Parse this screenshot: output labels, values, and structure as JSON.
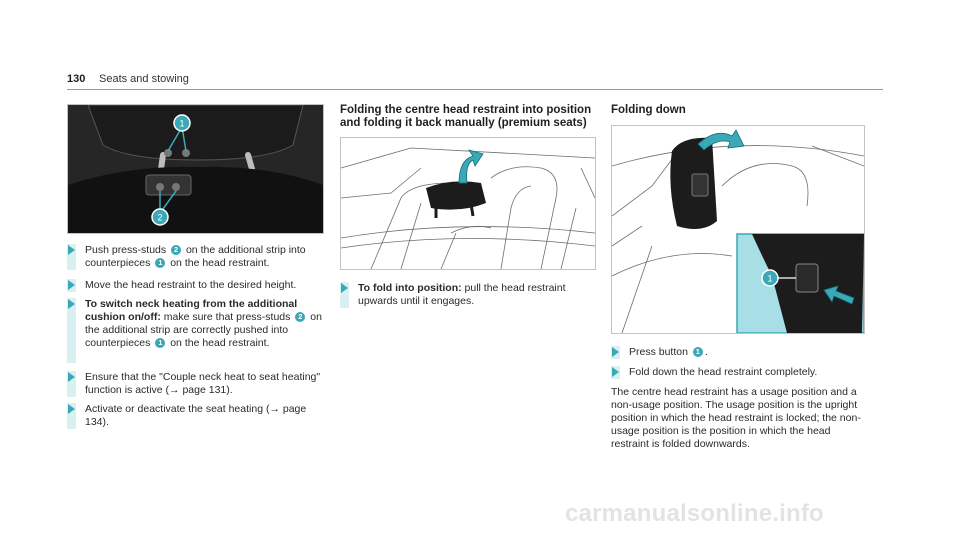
{
  "header": {
    "page_number": "130",
    "section": "Seats and stowing"
  },
  "figure_callouts": {
    "one": "1",
    "two": "2"
  },
  "col1": {
    "step1": {
      "a": "Push press-studs",
      "b": "on the additional strip into counterpieces",
      "c": "on the head restraint."
    },
    "step2": {
      "text": "Move the head restraint to the desired height."
    },
    "step3": {
      "bold": "To switch neck heating from the additional cushion on/off:",
      "a": "make sure that press-studs",
      "b": "on the additional strip are correctly pushed into counterpieces",
      "c": "on the head restraint."
    },
    "step4": {
      "text": "Ensure that the \"Couple neck heat to seat heating\" function is active (→ page 131)."
    },
    "step5": {
      "text": "Activate or deactivate the seat heating (→ page 134)."
    }
  },
  "col2": {
    "heading": "Folding the centre head restraint into position and folding it back manually (premium seats)",
    "step1": {
      "bold": "To fold into position:",
      "text": "pull the head restraint upwards until it engages."
    }
  },
  "col3": {
    "heading": "Folding down",
    "step1": {
      "a": "Press button",
      "b": "."
    },
    "step2": {
      "text": "Fold down the head restraint completely."
    },
    "paragraph": "The centre head restraint has a usage position and a non-usage position. The usage position is the upright position in which the head restraint is locked; the non-usage position is the position in which the head restraint is folded downwards."
  },
  "watermark": "carmanualsonline.info",
  "colors": {
    "accent": "#3aa8b6",
    "step_bar": "#d9f0f3",
    "highlight_panel": "#a8dfe6"
  }
}
